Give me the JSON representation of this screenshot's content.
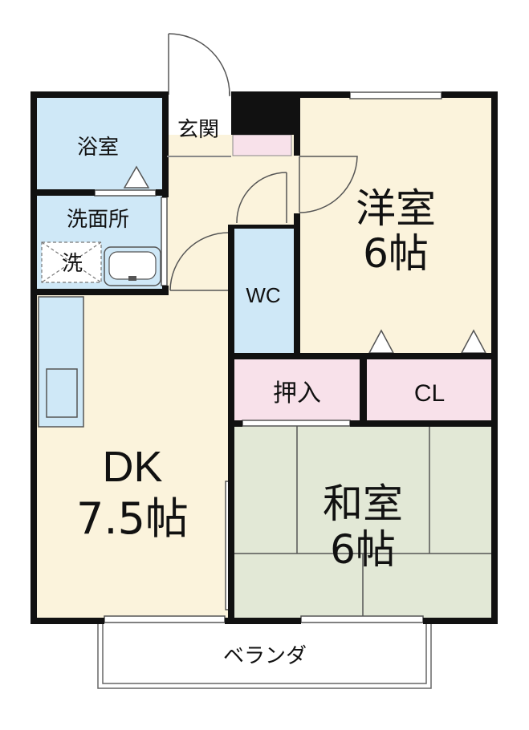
{
  "rooms": {
    "bath": "浴室",
    "entrance": "玄関",
    "washroom": "洗面所",
    "washer": "洗",
    "western": {
      "name": "洋室",
      "size": "6帖"
    },
    "wc": "WC",
    "closet_jp": "押入",
    "closet": "CL",
    "dk": {
      "name": "DK",
      "size": "7.5帖"
    },
    "japanese": {
      "name": "和室",
      "size": "6帖"
    },
    "veranda": "ベランダ"
  },
  "colors": {
    "wall": "#111111",
    "bath_blue": "#cfe8f7",
    "wood": "#fbf3dc",
    "tatami": "#e2e8d6",
    "storage_pink": "#f8e1ea",
    "counter_blue": "#cfe8f7"
  }
}
